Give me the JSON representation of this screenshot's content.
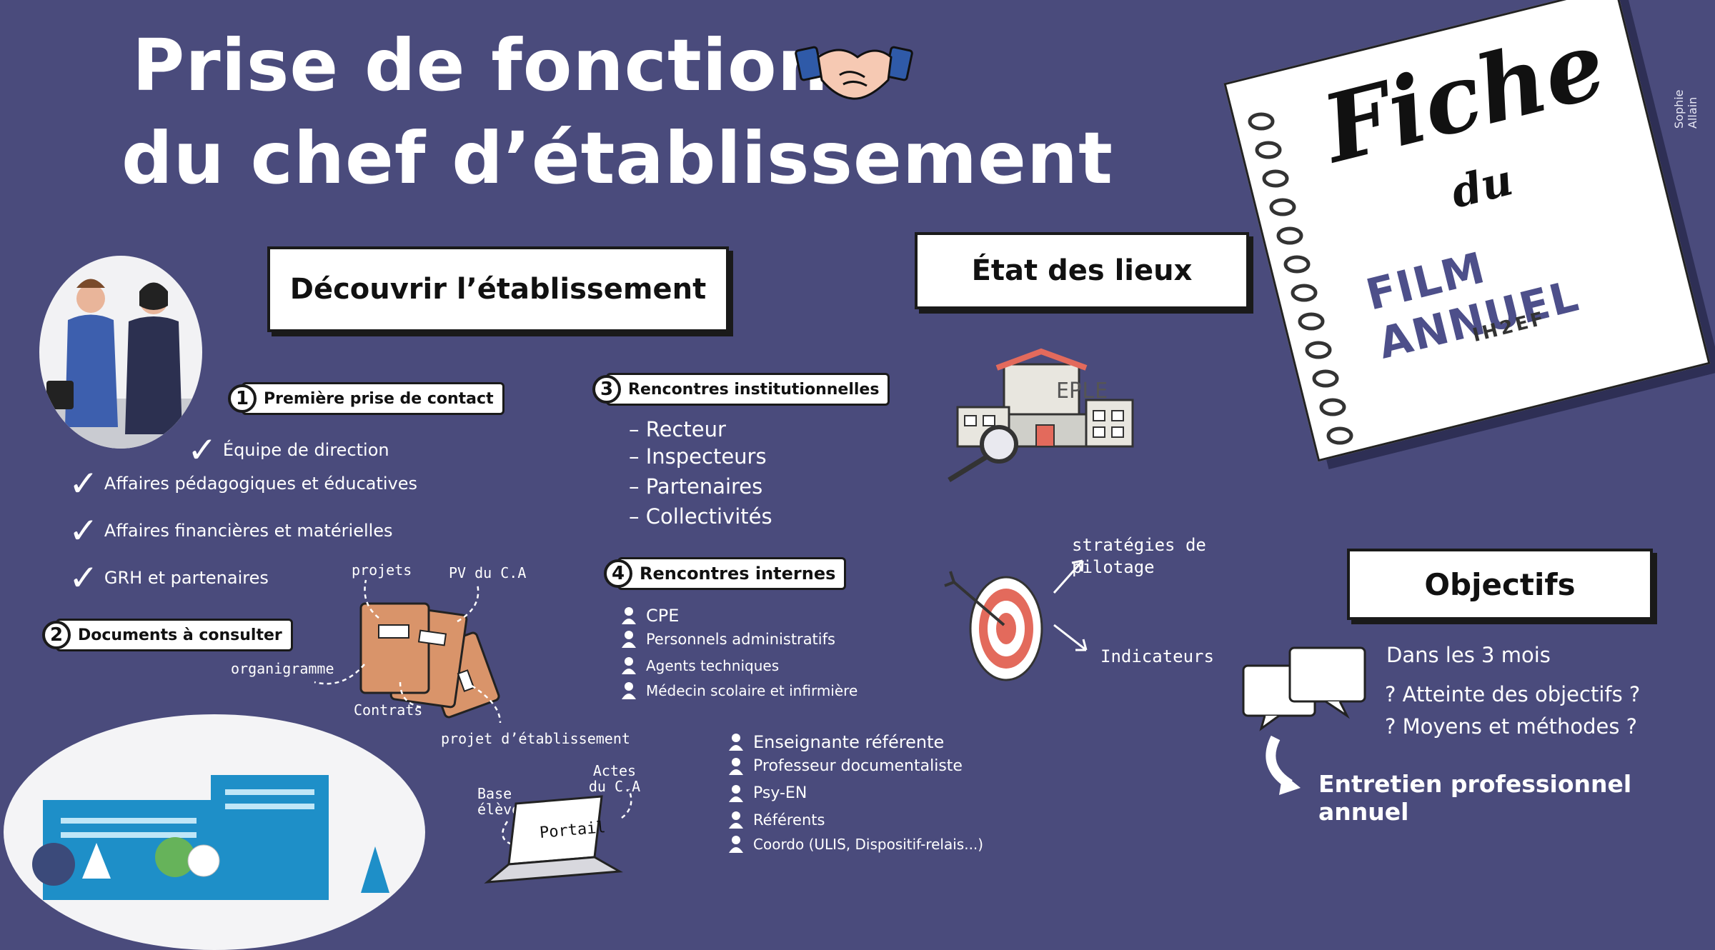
{
  "title": {
    "line1": "Prise de fonction",
    "line2": "du chef d’établissement"
  },
  "boxes": {
    "decouvrir": "Découvrir l’établissement",
    "etat": "État des lieux",
    "objectifs": "Objectifs"
  },
  "notebook": {
    "fiche": "Fiche",
    "du": "du",
    "film": "FILM ANNUEL",
    "logo": "IH2EF",
    "credit": "Sophie Allain"
  },
  "step1": {
    "number": "1",
    "label": "Première prise de contact",
    "items": [
      "Équipe de direction",
      "Affaires pédagogiques  et éducatives",
      "Affaires financières et matérielles",
      "GRH et partenaires"
    ]
  },
  "step2": {
    "number": "2",
    "label": "Documents à consulter",
    "doc_labels": {
      "projets": "projets",
      "pv": "PV du C.A",
      "organigramme": "organigramme",
      "contrats": "Contrats",
      "projet_etab": "projet d’établissement",
      "base": "Base élèves",
      "actes": "Actes du C.A",
      "portail": "Portail"
    }
  },
  "step3": {
    "number": "3",
    "label": "Rencontres institutionnelles",
    "items": [
      "– Recteur",
      "– Inspecteurs",
      "– Partenaires",
      "– Collectivités"
    ]
  },
  "step4": {
    "number": "4",
    "label": "Rencontres internes",
    "items_a": [
      "CPE",
      "Personnels administratifs",
      "Agents techniques",
      "Médecin scolaire et infirmière"
    ],
    "items_b": [
      "Enseignante référente",
      "Professeur documentaliste",
      "Psy-EN",
      "Référents",
      "Coordo (ULIS, Dispositif-relais...)"
    ]
  },
  "etat": {
    "building_label": "EPLE",
    "strategies": "stratégies de pilotage",
    "indicateurs": "Indicateurs"
  },
  "objectifs": {
    "period": "Dans les 3 mois",
    "q1": "? Atteinte des objectifs ?",
    "q2": "? Moyens et méthodes ?",
    "entretien": "Entretien professionnel annuel"
  },
  "colors": {
    "background": "#4a4b7c",
    "white": "#ffffff",
    "ink": "#1a1a1a",
    "folder": "#d9946a",
    "accent_red": "#e36a5c",
    "building_blue": "#1e8fc8"
  },
  "icons": [
    "handshake-icon",
    "check-icon",
    "person-icon",
    "folder-icon",
    "laptop-icon",
    "target-icon",
    "magnifier-icon",
    "speech-bubbles-icon",
    "arrow-icon",
    "school-building-icon"
  ]
}
